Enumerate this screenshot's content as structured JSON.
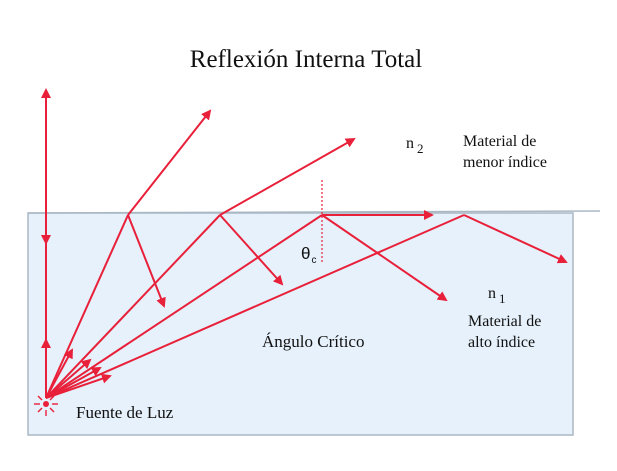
{
  "title": "Reflexión Interna Total",
  "labels": {
    "n2": "n",
    "n2_sub": "2",
    "n1": "n",
    "n1_sub": "1",
    "material_low": [
      "Material de",
      "menor índice"
    ],
    "material_high": [
      "Material de",
      "alto índice"
    ],
    "critical_angle": "Ángulo Crítico",
    "theta": "θ",
    "theta_sub": "c",
    "light_source": "Fuente de Luz"
  },
  "colors": {
    "ray": "#e8203a",
    "medium_fill": "#e6f1fb",
    "medium_border": "#aab8c4",
    "normal_line": "#e8203a",
    "source": "#e8203a"
  },
  "icons": {
    "light_source": "starburst-icon"
  }
}
